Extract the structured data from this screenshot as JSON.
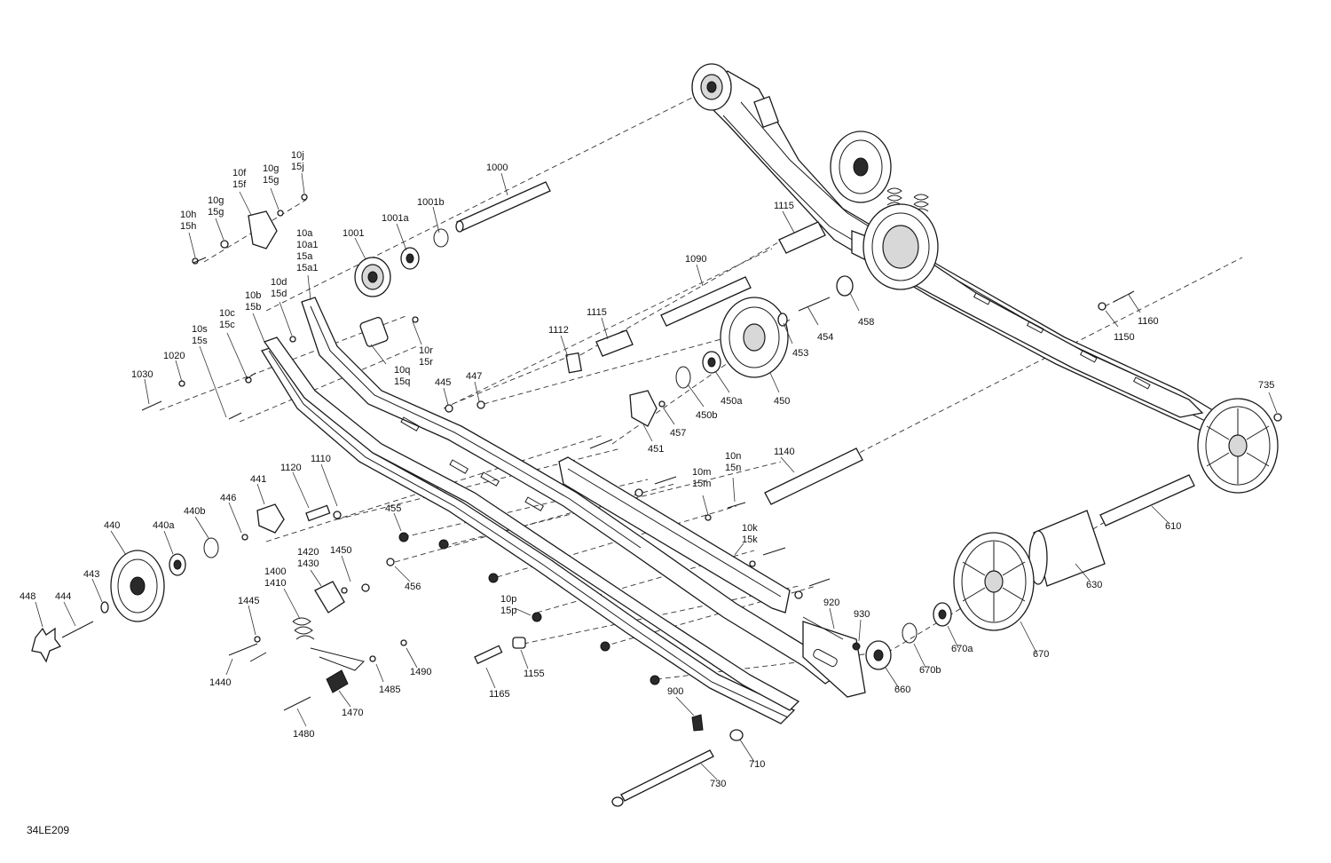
{
  "diagram_id": "34LE209",
  "callouts": [
    {
      "id": "c1000",
      "lines": [
        "1000"
      ]
    },
    {
      "id": "c1001",
      "lines": [
        "1001"
      ]
    },
    {
      "id": "c1001a",
      "lines": [
        "1001a"
      ]
    },
    {
      "id": "c1001b",
      "lines": [
        "1001b"
      ]
    },
    {
      "id": "c10j",
      "lines": [
        "10j",
        "15j"
      ]
    },
    {
      "id": "c10g-a",
      "lines": [
        "10g",
        "15g"
      ]
    },
    {
      "id": "c10f",
      "lines": [
        "10f",
        "15f"
      ]
    },
    {
      "id": "c10g-b",
      "lines": [
        "10g",
        "15g"
      ]
    },
    {
      "id": "c10h",
      "lines": [
        "10h",
        "15h"
      ]
    },
    {
      "id": "c10a",
      "lines": [
        "10a",
        "10a1",
        "15a",
        "15a1"
      ]
    },
    {
      "id": "c10d",
      "lines": [
        "10d",
        "15d"
      ]
    },
    {
      "id": "c10b",
      "lines": [
        "10b",
        "15b"
      ]
    },
    {
      "id": "c10c",
      "lines": [
        "10c",
        "15c"
      ]
    },
    {
      "id": "c10s",
      "lines": [
        "10s",
        "15s"
      ]
    },
    {
      "id": "c1020",
      "lines": [
        "1020"
      ]
    },
    {
      "id": "c1030",
      "lines": [
        "1030"
      ]
    },
    {
      "id": "c10r",
      "lines": [
        "10r",
        "15r"
      ]
    },
    {
      "id": "c10q",
      "lines": [
        "10q",
        "15q"
      ]
    },
    {
      "id": "c445",
      "lines": [
        "445"
      ]
    },
    {
      "id": "c447",
      "lines": [
        "447"
      ]
    },
    {
      "id": "c1112",
      "lines": [
        "1112"
      ]
    },
    {
      "id": "c1115-a",
      "lines": [
        "1115"
      ]
    },
    {
      "id": "c1090",
      "lines": [
        "1090"
      ]
    },
    {
      "id": "c1115-b",
      "lines": [
        "1115"
      ]
    },
    {
      "id": "c454",
      "lines": [
        "454"
      ]
    },
    {
      "id": "c458",
      "lines": [
        "458"
      ]
    },
    {
      "id": "c453",
      "lines": [
        "453"
      ]
    },
    {
      "id": "c450",
      "lines": [
        "450"
      ]
    },
    {
      "id": "c450a",
      "lines": [
        "450a"
      ]
    },
    {
      "id": "c450b",
      "lines": [
        "450b"
      ]
    },
    {
      "id": "c457",
      "lines": [
        "457"
      ]
    },
    {
      "id": "c451",
      "lines": [
        "451"
      ]
    },
    {
      "id": "c1150",
      "lines": [
        "1150"
      ]
    },
    {
      "id": "c1160",
      "lines": [
        "1160"
      ]
    },
    {
      "id": "c735",
      "lines": [
        "735"
      ]
    },
    {
      "id": "c1140",
      "lines": [
        "1140"
      ]
    },
    {
      "id": "c10n",
      "lines": [
        "10n",
        "15n"
      ]
    },
    {
      "id": "c10m",
      "lines": [
        "10m",
        "15m"
      ]
    },
    {
      "id": "c10k",
      "lines": [
        "10k",
        "15k"
      ]
    },
    {
      "id": "c610",
      "lines": [
        "610"
      ]
    },
    {
      "id": "c630",
      "lines": [
        "630"
      ]
    },
    {
      "id": "c670",
      "lines": [
        "670"
      ]
    },
    {
      "id": "c670a",
      "lines": [
        "670a"
      ]
    },
    {
      "id": "c670b",
      "lines": [
        "670b"
      ]
    },
    {
      "id": "c660",
      "lines": [
        "660"
      ]
    },
    {
      "id": "c930",
      "lines": [
        "930"
      ]
    },
    {
      "id": "c920",
      "lines": [
        "920"
      ]
    },
    {
      "id": "c900",
      "lines": [
        "900"
      ]
    },
    {
      "id": "c710",
      "lines": [
        "710"
      ]
    },
    {
      "id": "c730",
      "lines": [
        "730"
      ]
    },
    {
      "id": "c441",
      "lines": [
        "441"
      ]
    },
    {
      "id": "c1120",
      "lines": [
        "1120"
      ]
    },
    {
      "id": "c1110",
      "lines": [
        "1110"
      ]
    },
    {
      "id": "c446",
      "lines": [
        "446"
      ]
    },
    {
      "id": "c440b",
      "lines": [
        "440b"
      ]
    },
    {
      "id": "c440a",
      "lines": [
        "440a"
      ]
    },
    {
      "id": "c440",
      "lines": [
        "440"
      ]
    },
    {
      "id": "c443",
      "lines": [
        "443"
      ]
    },
    {
      "id": "c444",
      "lines": [
        "444"
      ]
    },
    {
      "id": "c448",
      "lines": [
        "448"
      ]
    },
    {
      "id": "c455",
      "lines": [
        "455"
      ]
    },
    {
      "id": "c456",
      "lines": [
        "456"
      ]
    },
    {
      "id": "c1420",
      "lines": [
        "1420",
        "1430"
      ]
    },
    {
      "id": "c1450",
      "lines": [
        "1450"
      ]
    },
    {
      "id": "c1400",
      "lines": [
        "1400",
        "1410"
      ]
    },
    {
      "id": "c1445",
      "lines": [
        "1445"
      ]
    },
    {
      "id": "c1440",
      "lines": [
        "1440"
      ]
    },
    {
      "id": "c1485",
      "lines": [
        "1485"
      ]
    },
    {
      "id": "c1490",
      "lines": [
        "1490"
      ]
    },
    {
      "id": "c1470",
      "lines": [
        "1470"
      ]
    },
    {
      "id": "c1480",
      "lines": [
        "1480"
      ]
    },
    {
      "id": "c10p",
      "lines": [
        "10p",
        "15p"
      ]
    },
    {
      "id": "c1155",
      "lines": [
        "1155"
      ]
    },
    {
      "id": "c1165",
      "lines": [
        "1165"
      ]
    }
  ]
}
